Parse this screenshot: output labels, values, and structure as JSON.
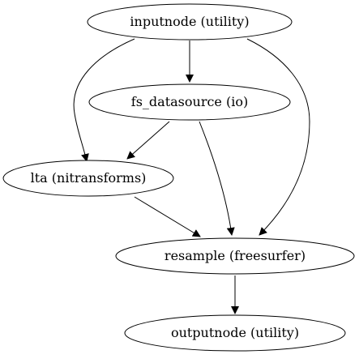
{
  "graph": {
    "nodes": [
      {
        "id": "inputnode",
        "label": "inputnode (utility)"
      },
      {
        "id": "fs_datasource",
        "label": "fs_datasource (io)"
      },
      {
        "id": "lta",
        "label": "lta (nitransforms)"
      },
      {
        "id": "resample",
        "label": "resample (freesurfer)"
      },
      {
        "id": "outputnode",
        "label": "outputnode (utility)"
      }
    ],
    "edges": [
      {
        "from": "inputnode",
        "to": "fs_datasource"
      },
      {
        "from": "inputnode",
        "to": "lta"
      },
      {
        "from": "inputnode",
        "to": "resample"
      },
      {
        "from": "fs_datasource",
        "to": "lta"
      },
      {
        "from": "fs_datasource",
        "to": "resample"
      },
      {
        "from": "lta",
        "to": "resample"
      },
      {
        "from": "resample",
        "to": "outputnode"
      }
    ],
    "colors": {
      "stroke": "#000000",
      "fill": "#ffffff",
      "text": "#000000"
    }
  }
}
